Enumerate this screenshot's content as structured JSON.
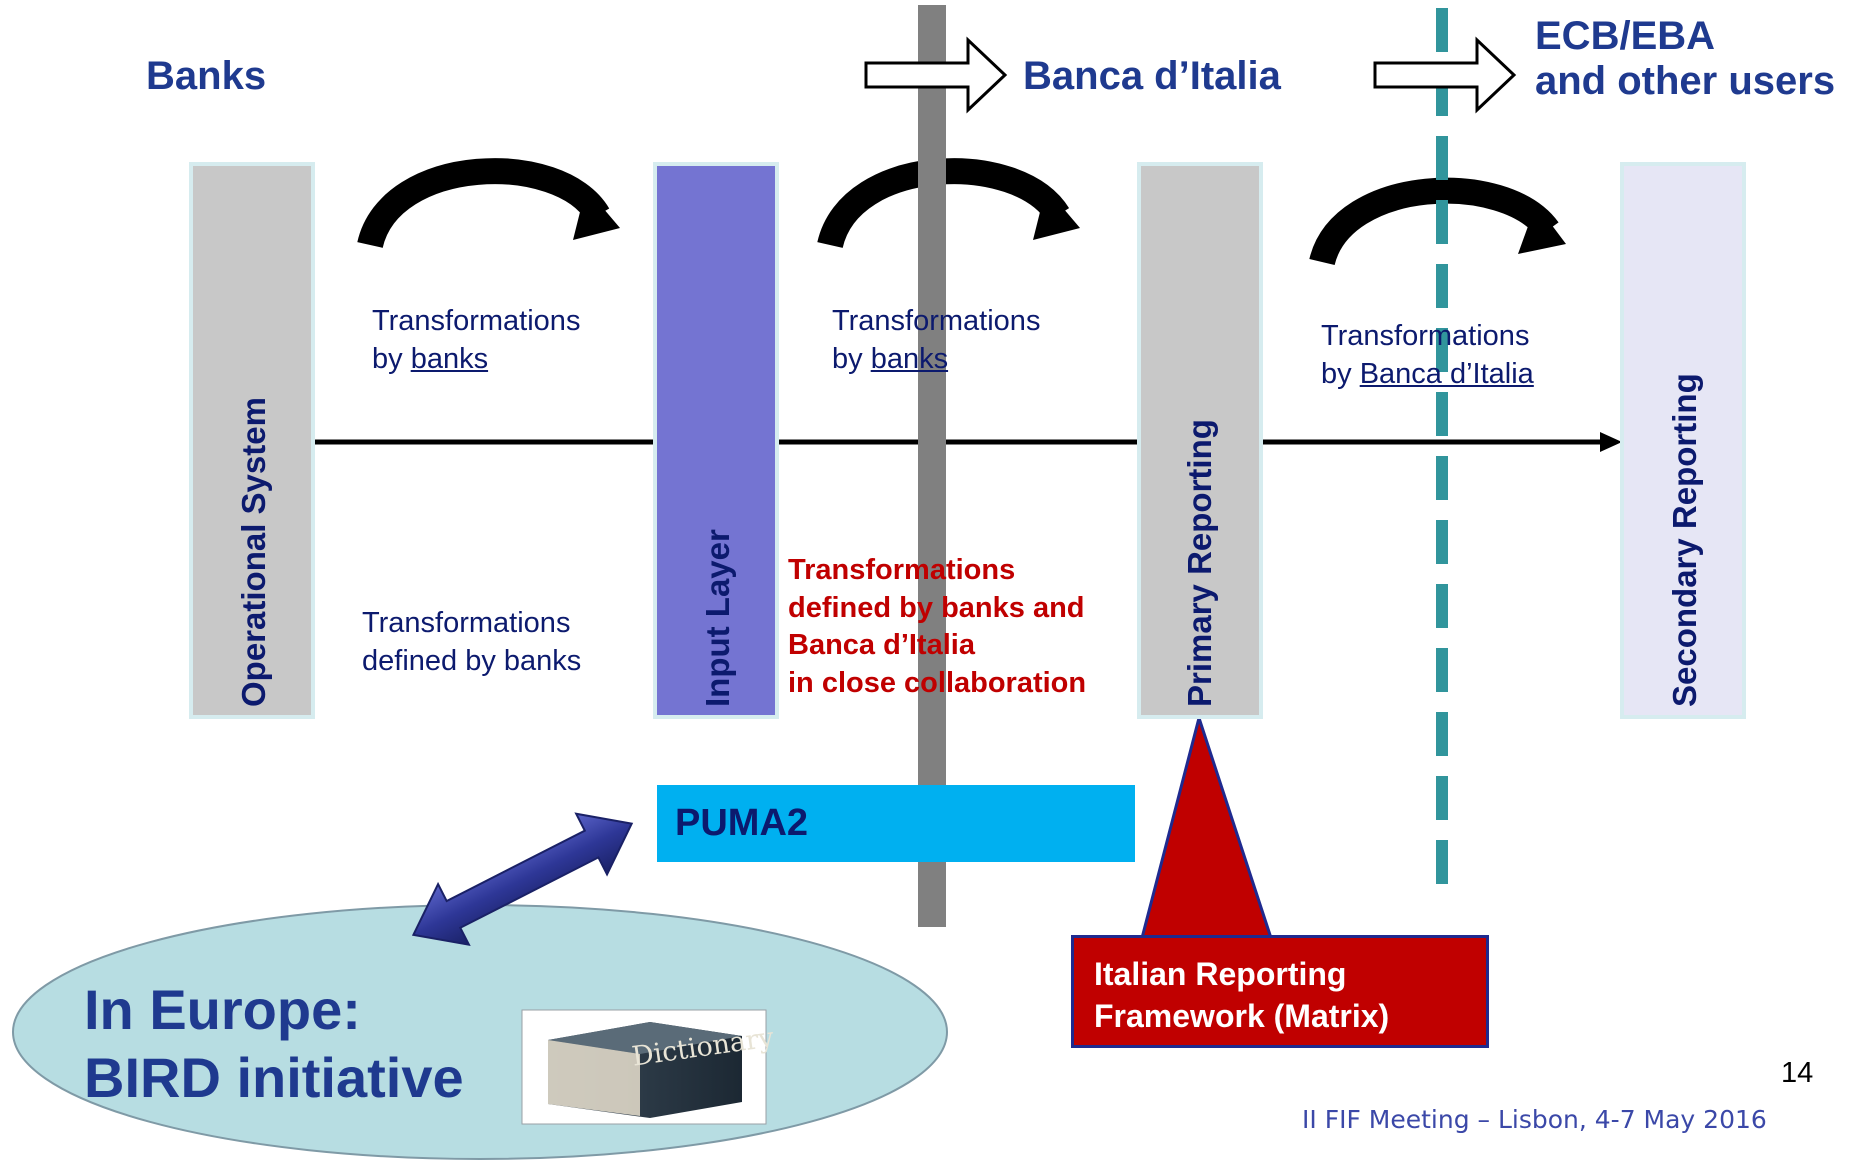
{
  "headers": {
    "banks": "Banks",
    "banca_italia": "Banca d’Italia",
    "ecb_line1": "ECB/EBA",
    "ecb_line2": "and other users"
  },
  "layers": {
    "operational": "Operational System",
    "input": "Input Layer",
    "primary": "Primary Reporting",
    "secondary": "Secondary Reporting"
  },
  "transformations": {
    "t1_line1": "Transformations",
    "t1_by": "by ",
    "t1_actor": "banks",
    "t2_line1": "Transformations",
    "t2_by": "by ",
    "t2_actor": "banks",
    "t3_line1": "Transformations",
    "t3_by": "by ",
    "t3_actor": "Banca d’Italia",
    "defined_line1": "Transformations",
    "defined_line2": "defined by banks"
  },
  "collaboration": {
    "line1": "Transformations",
    "line2": "defined by banks and",
    "line3": "Banca d’Italia",
    "line4": "in close collaboration"
  },
  "puma2": "PUMA2",
  "europe": {
    "line1": "In Europe:",
    "line2": "BIRD initiative",
    "book_label": "Dictionary"
  },
  "irf": {
    "line1": "Italian Reporting",
    "line2": "Framework (Matrix)"
  },
  "page_number": "14",
  "footer": "II FIF Meeting – Lisbon, 4-7 May 2016",
  "colors": {
    "header_blue": "#1f3a8f",
    "input_layer": "#7474d2",
    "grey_bar": "#c8c8c8",
    "secondary_bar": "#e6e6f5",
    "puma2": "#00b0f0",
    "red": "#c00000",
    "teal_dashed": "#31959c",
    "ellipse": "#b7dde2"
  }
}
